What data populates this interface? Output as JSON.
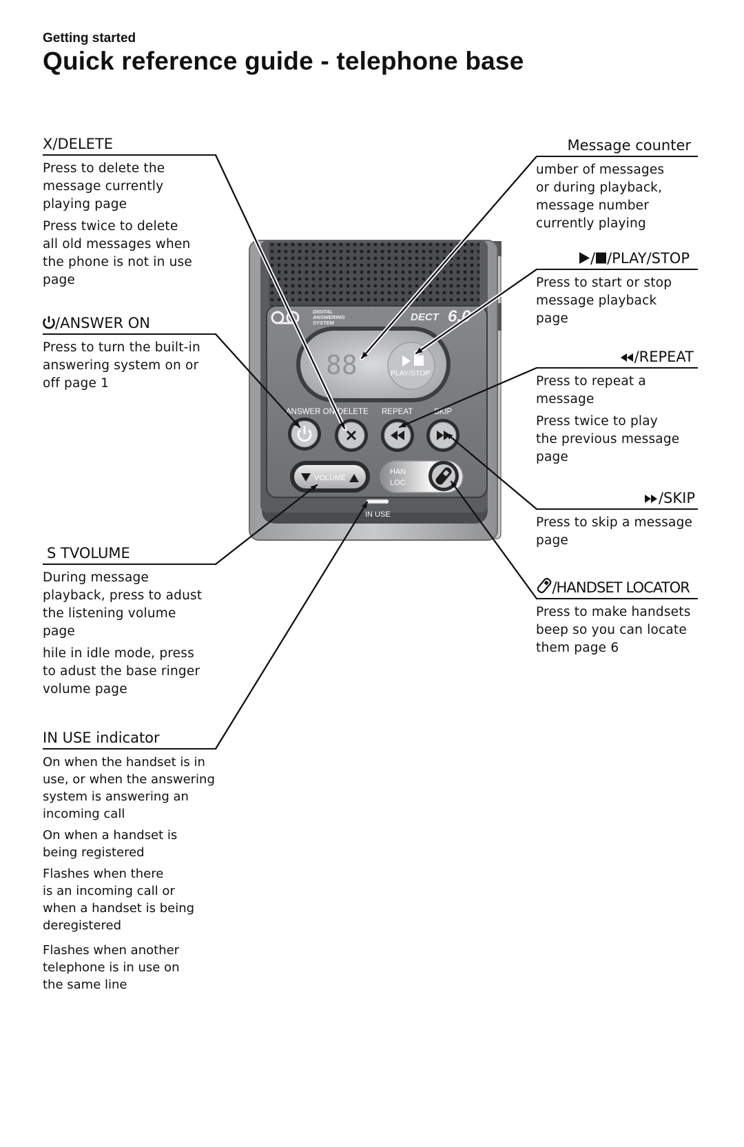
{
  "header": {
    "section": "Getting started",
    "title": "Quick reference guide - telephone base"
  },
  "callouts": {
    "delete": {
      "title": "X/DELETE",
      "lines": [
        "Press to delete the\nmessage currently\nplaying   page",
        "Press twice to delete\nall old messages when\nthe phone is not in use\n page"
      ]
    },
    "answer_on": {
      "title": "/ANSWER ON",
      "lines": [
        "Press to turn the built-in\nanswering system on or\noff   page 1"
      ]
    },
    "volume": {
      "title": "S TVOLUME",
      "lines": [
        "During message\nplayback, press to adust\nthe listening volume\n page",
        "hile in idle mode, press\nto adust the base ringer\nvolume   page"
      ]
    },
    "in_use": {
      "title": "IN USE indicator",
      "lines": [
        "On when the handset is in\nuse, or when the answering\nsystem is answering an\nincoming call",
        "On when a handset is\nbeing registered",
        "Flashes when there\nis an incoming call or\nwhen a handset is being\nderegistered",
        "Flashes when another\ntelephone is in use on\nthe same line"
      ]
    },
    "message_counter": {
      "title": "Message counter",
      "lines": [
        "umber of messages\nor during playback,\nmessage number\ncurrently playing"
      ]
    },
    "play_stop": {
      "title": "/PLAY/STOP",
      "lines": [
        "Press to start or stop\nmessage playback\n page"
      ]
    },
    "repeat": {
      "title": "/REPEAT",
      "lines": [
        "Press to repeat a\nmessage",
        "Press twice to play\nthe previous message\n page"
      ]
    },
    "skip": {
      "title": "/SKIP",
      "lines": [
        "Press to skip a message\n page"
      ]
    },
    "handset_locator": {
      "title": "/HANDSET LOCATOR",
      "lines": [
        "Press to make handsets\nbeep so you can locate\nthem   page 6"
      ]
    }
  },
  "device": {
    "logo_line1": "DIGITAL",
    "logo_line2": "ANSWERING",
    "logo_line3": "SYSTEM",
    "dect": "DECT",
    "dect_version": "6.0",
    "display_digits": "88",
    "play_stop_label": "PLAY/STOP",
    "answer_on_label": "ANSWER ON",
    "delete_label": "DELETE",
    "repeat_label": "REPEAT",
    "skip_label": "SKIP",
    "volume_label": "VOLUME",
    "handset_locator_label_partial_1": "HAN",
    "handset_locator_label_partial_2": "LOC",
    "in_use_label": "IN USE"
  },
  "icons": [
    "power-icon",
    "play-icon",
    "stop-icon",
    "rewind-icon",
    "fast-forward-icon",
    "handset-icon"
  ]
}
